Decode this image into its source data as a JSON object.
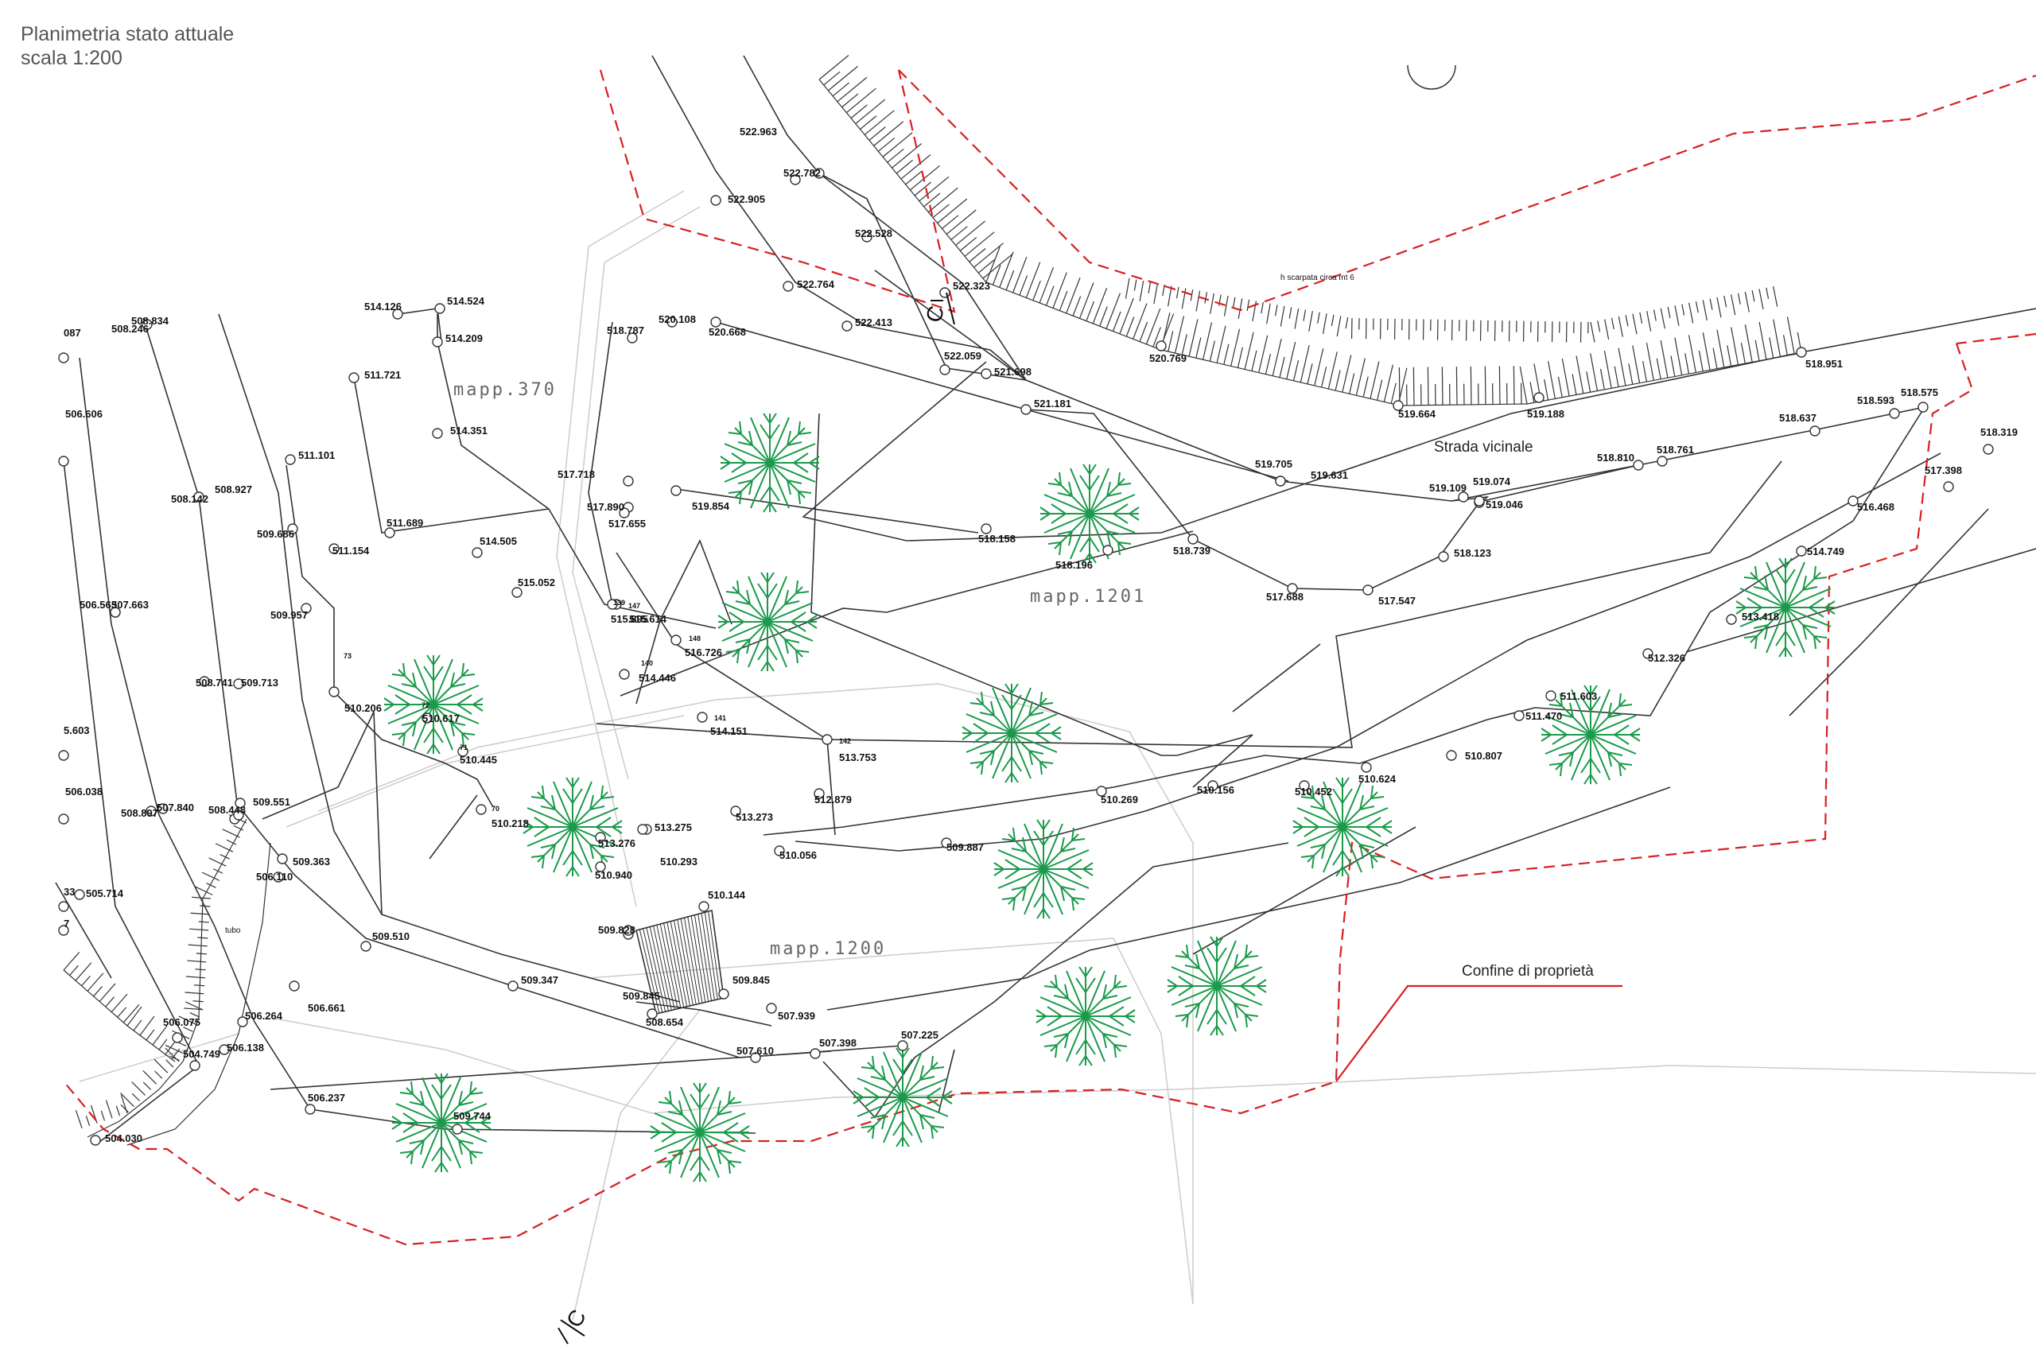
{
  "header": {
    "title": "Planimetria stato attuale",
    "scale": "scala 1:200"
  },
  "labels": {
    "road": "Strada vicinale",
    "scarp": "h scarpata circa mt 6",
    "boundary": "Confine di proprietà",
    "pipe": "tubo",
    "parcel_370": "mapp.370",
    "parcel_1201": "mapp.1201",
    "parcel_1200": "mapp.1200",
    "cut_top": "C",
    "cut_bottom": "C"
  },
  "spot_heights": [
    "522.963",
    "522.782",
    "522.905",
    "522.528",
    "522.323",
    "522.764",
    "522.413",
    "522.059",
    "521.698",
    "521.181",
    "520.769",
    "519.664",
    "519.188",
    "518.951",
    "518.575",
    "518.593",
    "518.637",
    "518.319",
    "517.398",
    "516.468",
    "514.749",
    "513.418",
    "512.326",
    "511.603",
    "511.470",
    "510.807",
    "510.624",
    "510.452",
    "510.156",
    "510.269",
    "509.887",
    "510.056",
    "510.293",
    "513.276",
    "513.275",
    "513.273",
    "512.879",
    "510.940",
    "510.218",
    "510.445",
    "510.617",
    "510.206",
    "509.713",
    "508.741",
    "509.551",
    "508.448",
    "508.897",
    "507.840",
    "509.363",
    "509.510",
    "509.347",
    "506.110",
    "506.661",
    "505.714",
    "506.075",
    "504.749",
    "506.138",
    "506.264",
    "506.237",
    "509.744",
    "507.610",
    "507.398",
    "507.225",
    "507.939",
    "508.654",
    "509.845",
    "509.845",
    "509.828",
    "510.144",
    "504.030",
    "514.126",
    "514.524",
    "514.209",
    "511.721",
    "511.101",
    "514.351",
    "514.505",
    "511.689",
    "511.154",
    "509.686",
    "509.957",
    "515.052",
    "517.718",
    "517.890",
    "517.655",
    "518.787",
    "520.108",
    "520.668",
    "519.854",
    "518.158",
    "518.196",
    "518.739",
    "517.688",
    "517.547",
    "518.123",
    "519.046",
    "519.074",
    "519.109",
    "519.631",
    "519.705",
    "518.810",
    "518.761",
    "516.726",
    "515.614",
    "515.895",
    "514.446",
    "514.151",
    "513.753",
    "508.834",
    "508.246",
    "508.142",
    "508.927",
    "506.563",
    "507.663",
    "506.606",
    "506.038",
    "5.603",
    "087",
    "33",
    "7"
  ],
  "point_numbers": [
    "73",
    "72",
    "71",
    "70",
    "139",
    "147",
    "148",
    "140",
    "141",
    "142"
  ],
  "colors": {
    "boundary": "#d62020",
    "tree": "#1a9a4a",
    "line": "#333333",
    "faint": "#cccccc"
  }
}
